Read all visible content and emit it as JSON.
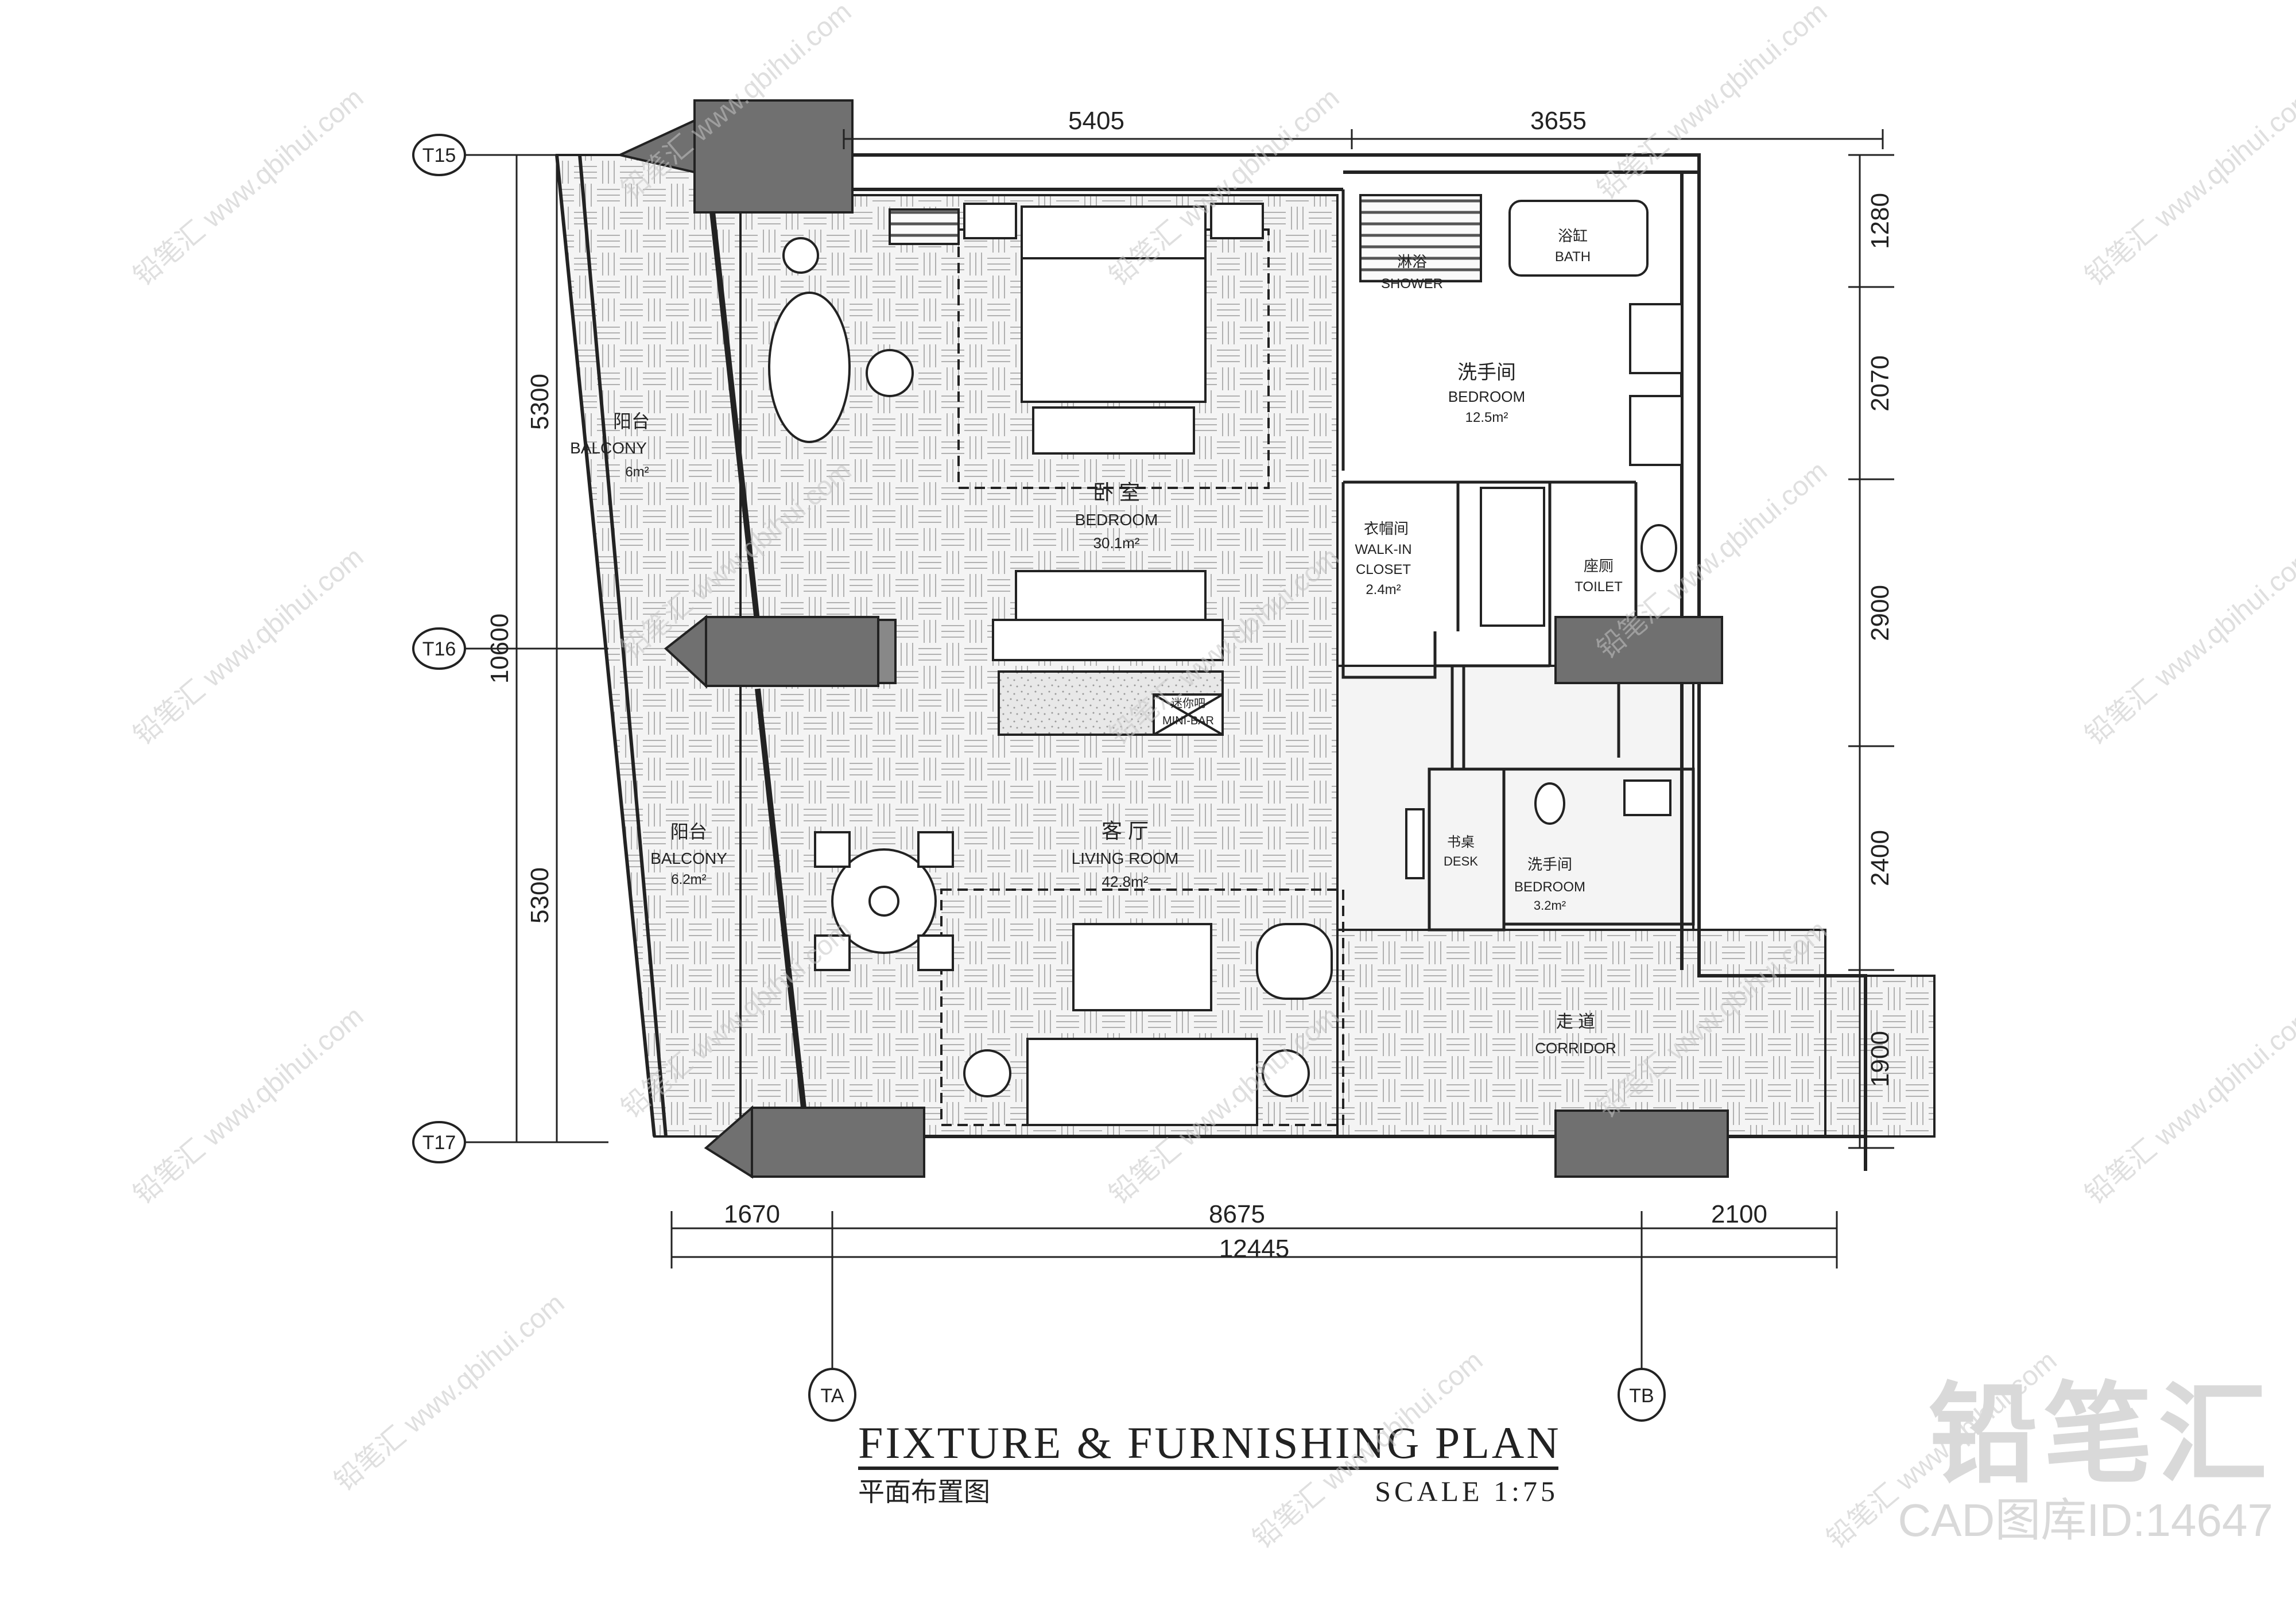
{
  "title": "FIXTURE & FURNISHING PLAN",
  "subtitle_cn": "平面布置图",
  "scale": "SCALE  1:75",
  "grid": {
    "rows": [
      "T15",
      "T16",
      "T17"
    ],
    "cols": [
      "TA",
      "TB"
    ]
  },
  "dims": {
    "top": [
      "5405",
      "3655"
    ],
    "bottom": [
      "1670",
      "8675",
      "2100"
    ],
    "total_width": "12445",
    "left": [
      "5300",
      "10600",
      "5300"
    ],
    "right": [
      "1280",
      "2070",
      "2900",
      "2400",
      "1900"
    ]
  },
  "rooms": {
    "balcony1_cn": "阳台",
    "balcony1_en": "BALCONY",
    "balcony1_area": "6m²",
    "balcony2_cn": "阳台",
    "balcony2_en": "BALCONY",
    "balcony2_area": "6.2m²",
    "bedroom_cn": "卧 室",
    "bedroom_en": "BEDROOM",
    "bedroom_area": "30.1m²",
    "living_cn": "客 厅",
    "living_en": "LIVING ROOM",
    "living_area": "42.8m²",
    "shower_cn": "淋浴",
    "shower_en": "SHOWER",
    "bath_cn": "浴缸",
    "bath_en": "BATH",
    "bathroom1_cn": "洗手间",
    "bathroom1_en": "BEDROOM",
    "bathroom1_area": "12.5m²",
    "closet_cn": "衣帽间",
    "closet_en1": "WALK-IN",
    "closet_en2": "CLOSET",
    "closet_area": "2.4m²",
    "toilet_cn": "座厕",
    "toilet_en": "TOILET",
    "minibar_cn": "迷你吧",
    "minibar_en": "MINI-BAR",
    "desk_cn": "书桌",
    "desk_en": "DESK",
    "bathroom2_cn": "洗手间",
    "bathroom2_en": "BEDROOM",
    "bathroom2_area": "3.2m²",
    "corridor_cn": "走 道",
    "corridor_en": "CORRIDOR"
  },
  "watermark": {
    "logo": "铅笔汇",
    "id": "CAD图库ID:14647",
    "site": "www.qbihui.com"
  },
  "colors": {
    "column": "#707070",
    "line": "#222222",
    "floor": "#c8c8c8"
  }
}
